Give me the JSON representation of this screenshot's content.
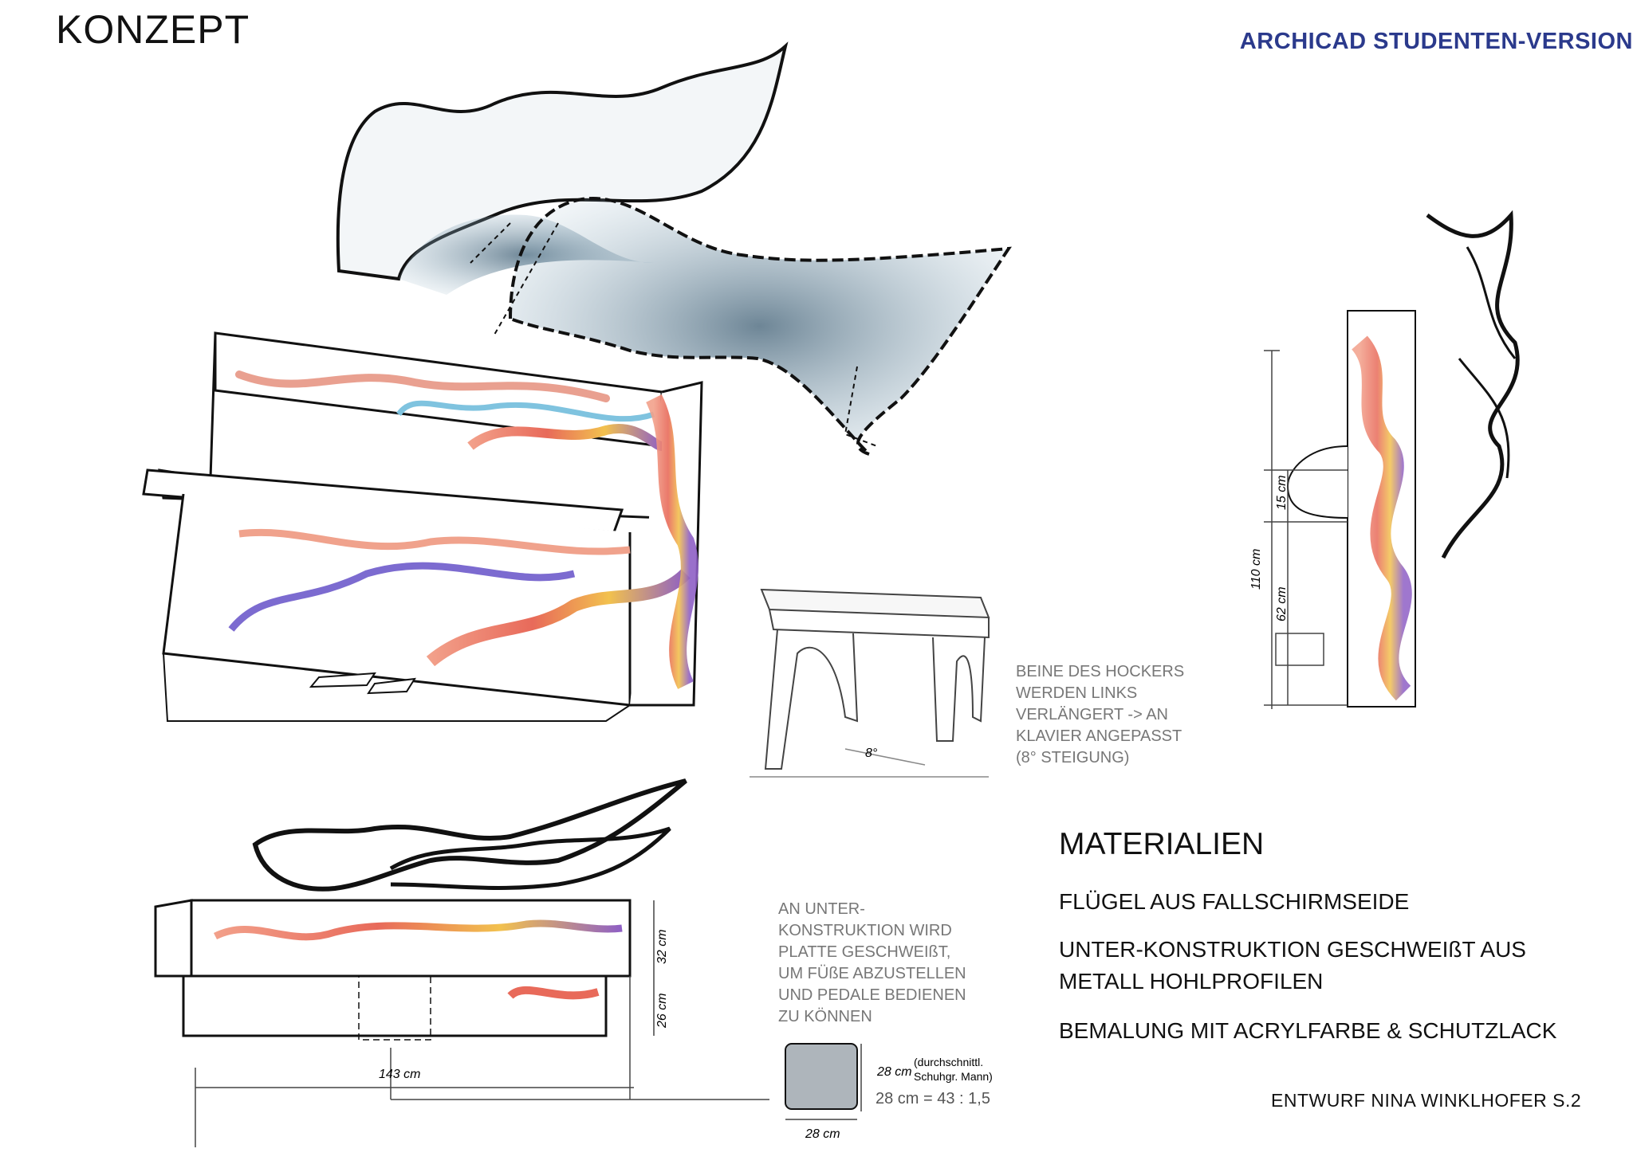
{
  "header": {
    "title": "KONZEPT",
    "watermark": "ARCHICAD STUDENTEN-VERSION"
  },
  "notes": {
    "hocker": [
      "BEINE DES HOCKERS",
      "WERDEN LINKS",
      "VERLÄNGERT -> AN",
      "KLAVIER ANGEPASST",
      "(8° STEIGUNG)"
    ],
    "platte": [
      "AN UNTER-",
      "KONSTRUKTION WIRD",
      "PLATTE GESCHWEIßT,",
      "UM FÜßE ABZUSTELLEN",
      "UND PEDALE BEDIENEN",
      "ZU KÖNNEN"
    ]
  },
  "materials": {
    "title": "MATERIALIEN",
    "items": [
      "FLÜGEL AUS FALLSCHIRMSEIDE",
      "UNTER-KONSTRUKTION GESCHWEIßT AUS\nMETALL HOHLPROFILEN",
      "BEMALUNG MIT ACRYLFARBE & SCHUTZLACK"
    ]
  },
  "author": "ENTWURF NINA WINKLHOFER S.2",
  "dimensions": {
    "width_front": "143 cm",
    "height_top": "32 cm",
    "height_bottom": "26 cm",
    "side_total": "110 cm",
    "side_upper": "15 cm",
    "side_lower": "62 cm",
    "stool_angle": "8°",
    "foot_size": "28 cm",
    "foot_width": "28 cm",
    "foot_note_1": "(durchschnittl.",
    "foot_note_2": "Schuhgr. Mann)",
    "foot_ratio": "28 cm = 43 : 1,5"
  }
}
